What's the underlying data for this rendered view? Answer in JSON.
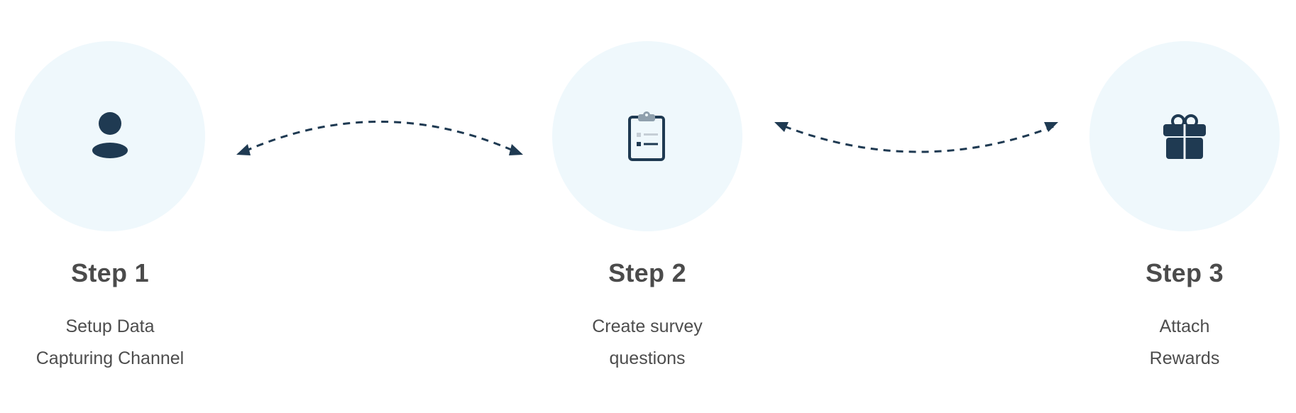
{
  "steps": [
    {
      "title": "Step 1",
      "description_lines": [
        "Setup Data",
        "Capturing Channel"
      ],
      "icon": "user-icon"
    },
    {
      "title": "Step 2",
      "description_lines": [
        "Create survey",
        "questions"
      ],
      "icon": "clipboard-checklist-icon"
    },
    {
      "title": "Step 3",
      "description_lines": [
        "Attach",
        "Rewards"
      ],
      "icon": "gift-icon"
    }
  ],
  "colors": {
    "circle_background": "#eff8fc",
    "icon": "#1f3a52",
    "arrow": "#1f3a52",
    "title_text": "#4b4b4b",
    "description_text": "#4d4d4d"
  }
}
